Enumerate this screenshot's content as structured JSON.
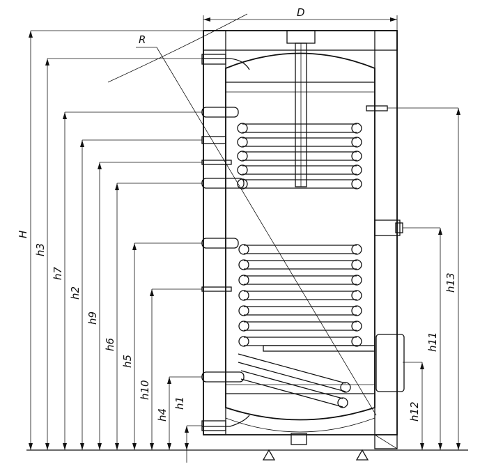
{
  "labels": {
    "D": "D",
    "R": "R",
    "H": "H",
    "h1": "h1",
    "h2": "h2",
    "h3": "h3",
    "h4": "h4",
    "h5": "h5",
    "h6": "h6",
    "h7": "h7",
    "h9": "h9",
    "h10": "h10",
    "h11": "h11",
    "h12": "h12",
    "h13": "h13"
  },
  "colors": {
    "line": "#111111",
    "background": "#ffffff"
  }
}
